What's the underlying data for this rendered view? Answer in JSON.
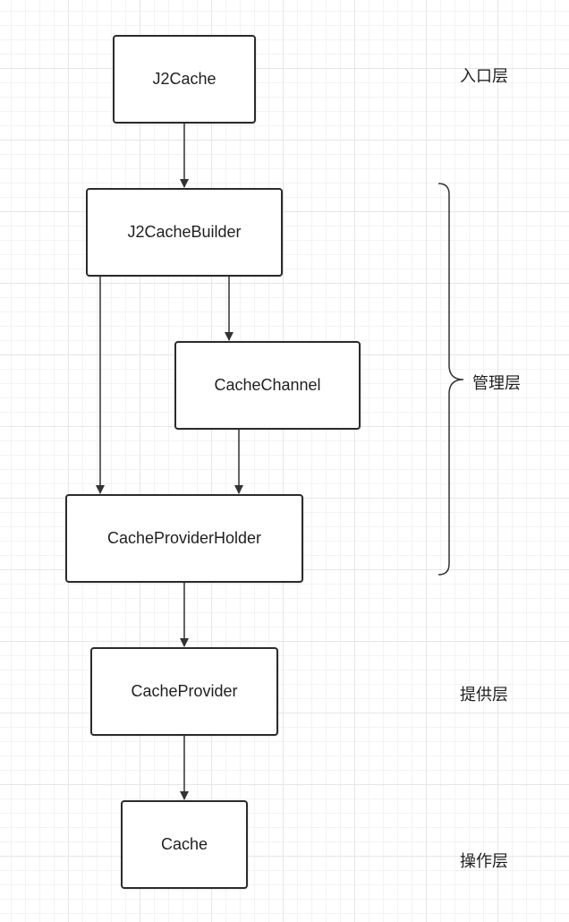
{
  "nodes": {
    "j2cache": "J2Cache",
    "j2cache_builder": "J2CacheBuilder",
    "cache_channel": "CacheChannel",
    "cache_provider_holder": "CacheProviderHolder",
    "cache_provider": "CacheProvider",
    "cache": "Cache"
  },
  "layers": {
    "entry": "入口层",
    "management": "管理层",
    "provider": "提供层",
    "operation": "操作层"
  },
  "colors": {
    "stroke": "#2b2b2b",
    "text": "#1f1f1f",
    "grid": "#e6e6e6"
  }
}
